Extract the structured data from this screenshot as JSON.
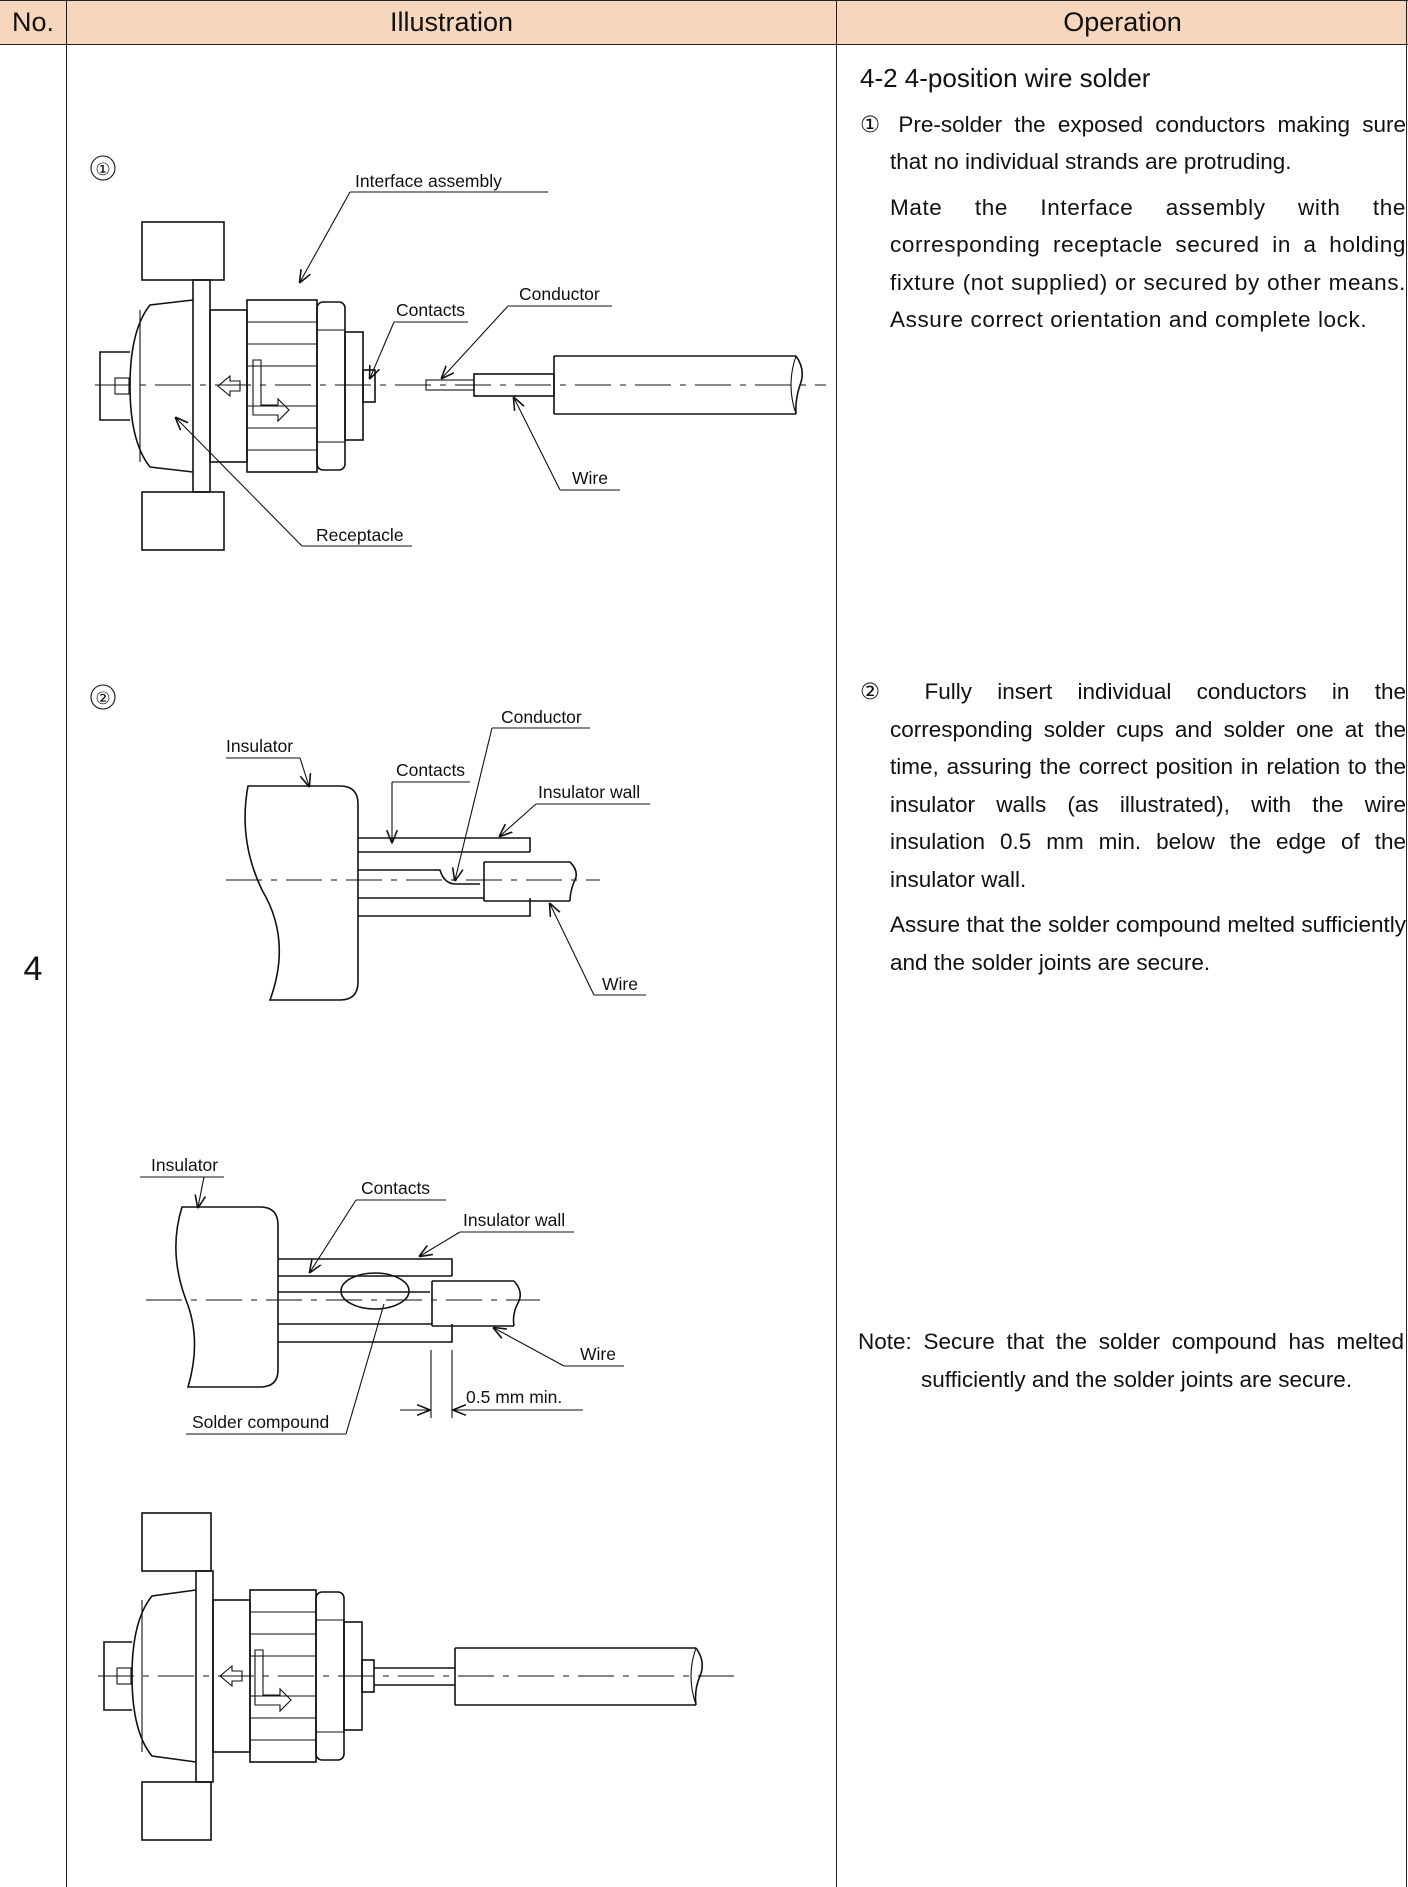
{
  "header": {
    "no": "No.",
    "illustration": "Illustration",
    "operation": "Operation"
  },
  "step_number": "4",
  "illustration": {
    "fig1": {
      "marker": "①",
      "labels": {
        "interface_assembly": "Interface assembly",
        "contacts": "Contacts",
        "conductor": "Conductor",
        "wire": "Wire",
        "receptacle": "Receptacle"
      }
    },
    "fig2": {
      "marker": "②",
      "labels": {
        "conductor": "Conductor",
        "insulator": "Insulator",
        "contacts": "Contacts",
        "insulator_wall": "Insulator wall",
        "wire": "Wire"
      }
    },
    "fig3": {
      "labels": {
        "insulator": "Insulator",
        "contacts": "Contacts",
        "insulator_wall": "Insulator wall",
        "wire": "Wire",
        "dimension": "0.5 mm min.",
        "solder_compound": "Solder compound"
      }
    }
  },
  "operation": {
    "section_title": "4-2 4-position wire solder",
    "step1_marker": "①",
    "step1_text": "Pre-solder the exposed conductors making sure that no individual strands are protruding.",
    "step1_text2": "Mate the Interface assembly with the corresponding receptacle secured in a holding fixture (not supplied) or secured by other means. Assure correct orientation and complete lock.",
    "step2_marker": "②",
    "step2_text": "Fully insert individual conductors in the corresponding solder cups and solder one at the time, assuring the correct position in relation to the insulator walls (as illustrated), with the wire insulation 0.5 mm min. below the edge of the insulator wall.",
    "step2_text2": "Assure that the solder compound melted sufficiently and the solder joints are secure.",
    "note_label": "Note:",
    "note_text": "Secure that the solder compound has melted sufficiently and the solder joints are secure."
  }
}
